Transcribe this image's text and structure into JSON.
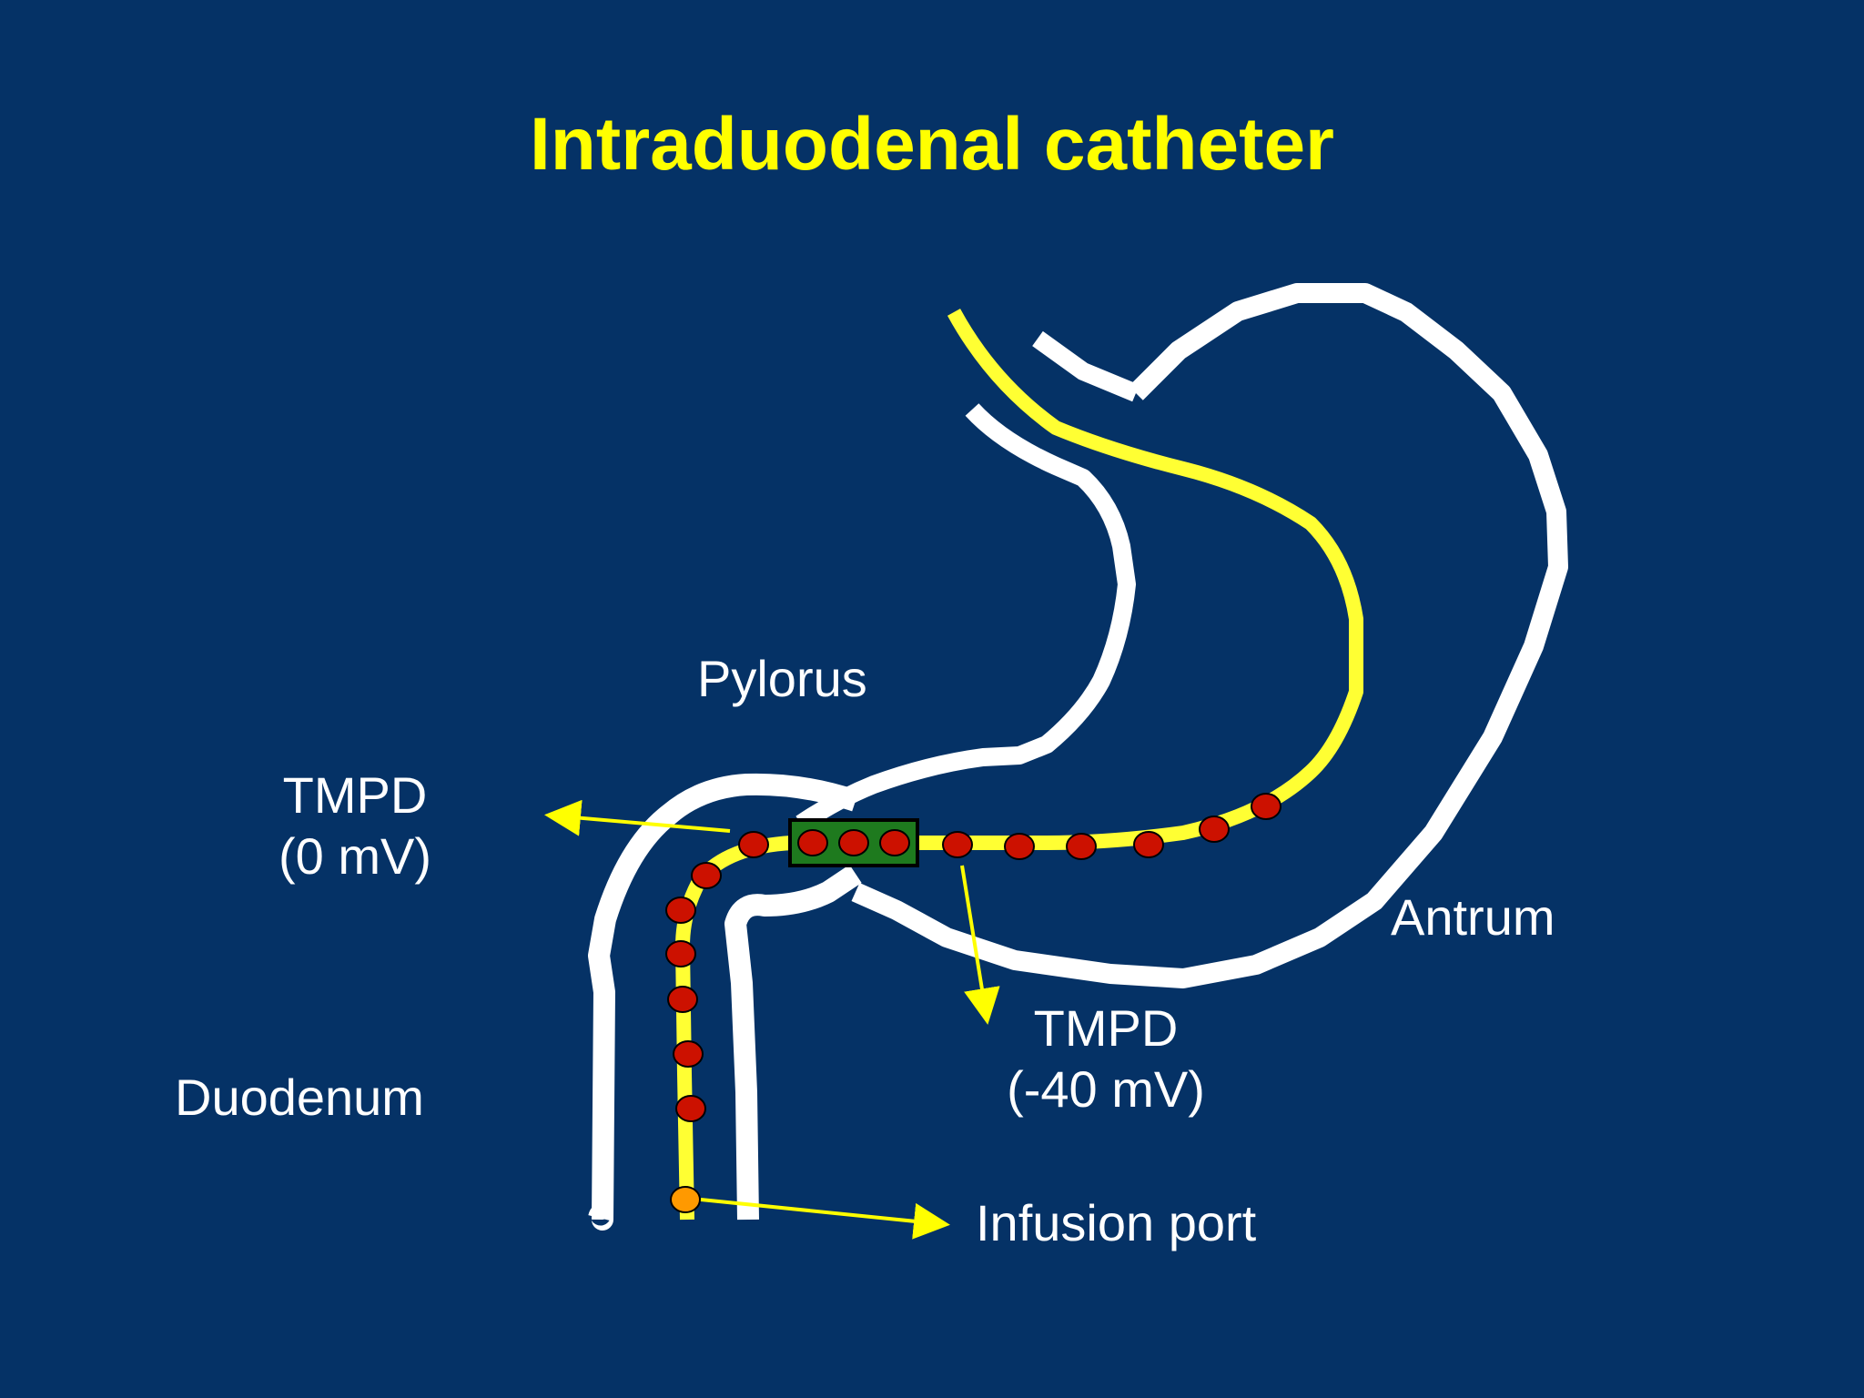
{
  "slide": {
    "title": "Intraduodenal catheter",
    "labels": {
      "pylorus": "Pylorus",
      "tmpd_left_line1": "TMPD",
      "tmpd_left_line2": "(0 mV)",
      "tmpd_right_line1": "TMPD",
      "tmpd_right_line2": "(-40 mV)",
      "antrum": "Antrum",
      "duodenum": "Duodenum",
      "infusion_port": "Infusion port"
    }
  },
  "colors": {
    "background": "#053266",
    "title": "#ffff00",
    "organ_outline": "#ffffff",
    "catheter": "#ffff33",
    "electrode": "#cc1100",
    "pylorus_sensor": "#1e7a1e",
    "infusion_port": "#ff9900",
    "arrow": "#ffff00"
  }
}
